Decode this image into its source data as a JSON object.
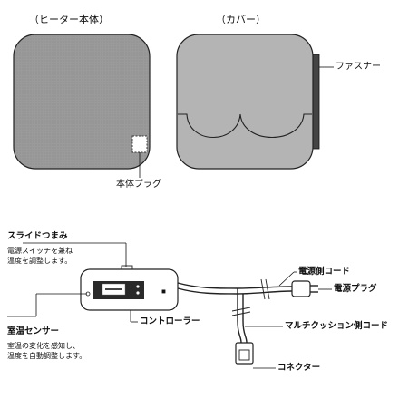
{
  "panels": {
    "heater": {
      "title": "（ヒーター本体）",
      "part_label": "本体プラグ",
      "fill": "#9a9a9a"
    },
    "cover": {
      "title": "（カバー）",
      "part_label": "ファスナー",
      "fill": "#b4b4b4"
    }
  },
  "controller": {
    "slide_knob": {
      "title": "スライドつまみ",
      "desc_lines": [
        "電源スイッチを兼ね",
        "温度を調整します。"
      ]
    },
    "room_sensor": {
      "title": "室温センサー",
      "desc_lines": [
        "室温の変化を感知し、",
        "温度を自動調整します。"
      ]
    },
    "controller_label": "コントローラー",
    "power_cord_label": "電源側コード",
    "power_plug_label": "電源プラグ",
    "multi_cord_label": "マルチクッション側コード",
    "connector_label": "コネクター"
  }
}
